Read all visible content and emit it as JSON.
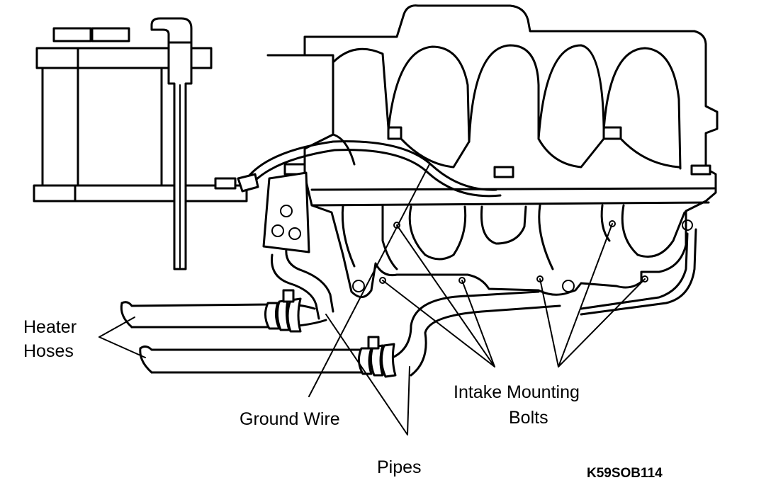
{
  "labels": {
    "heater_hoses_line1": "Heater",
    "heater_hoses_line2": "Hoses",
    "ground_wire": "Ground Wire",
    "intake_bolts_line1": "Intake Mounting",
    "intake_bolts_line2": "Bolts",
    "pipes": "Pipes",
    "figure_code": "K59SOB114"
  }
}
